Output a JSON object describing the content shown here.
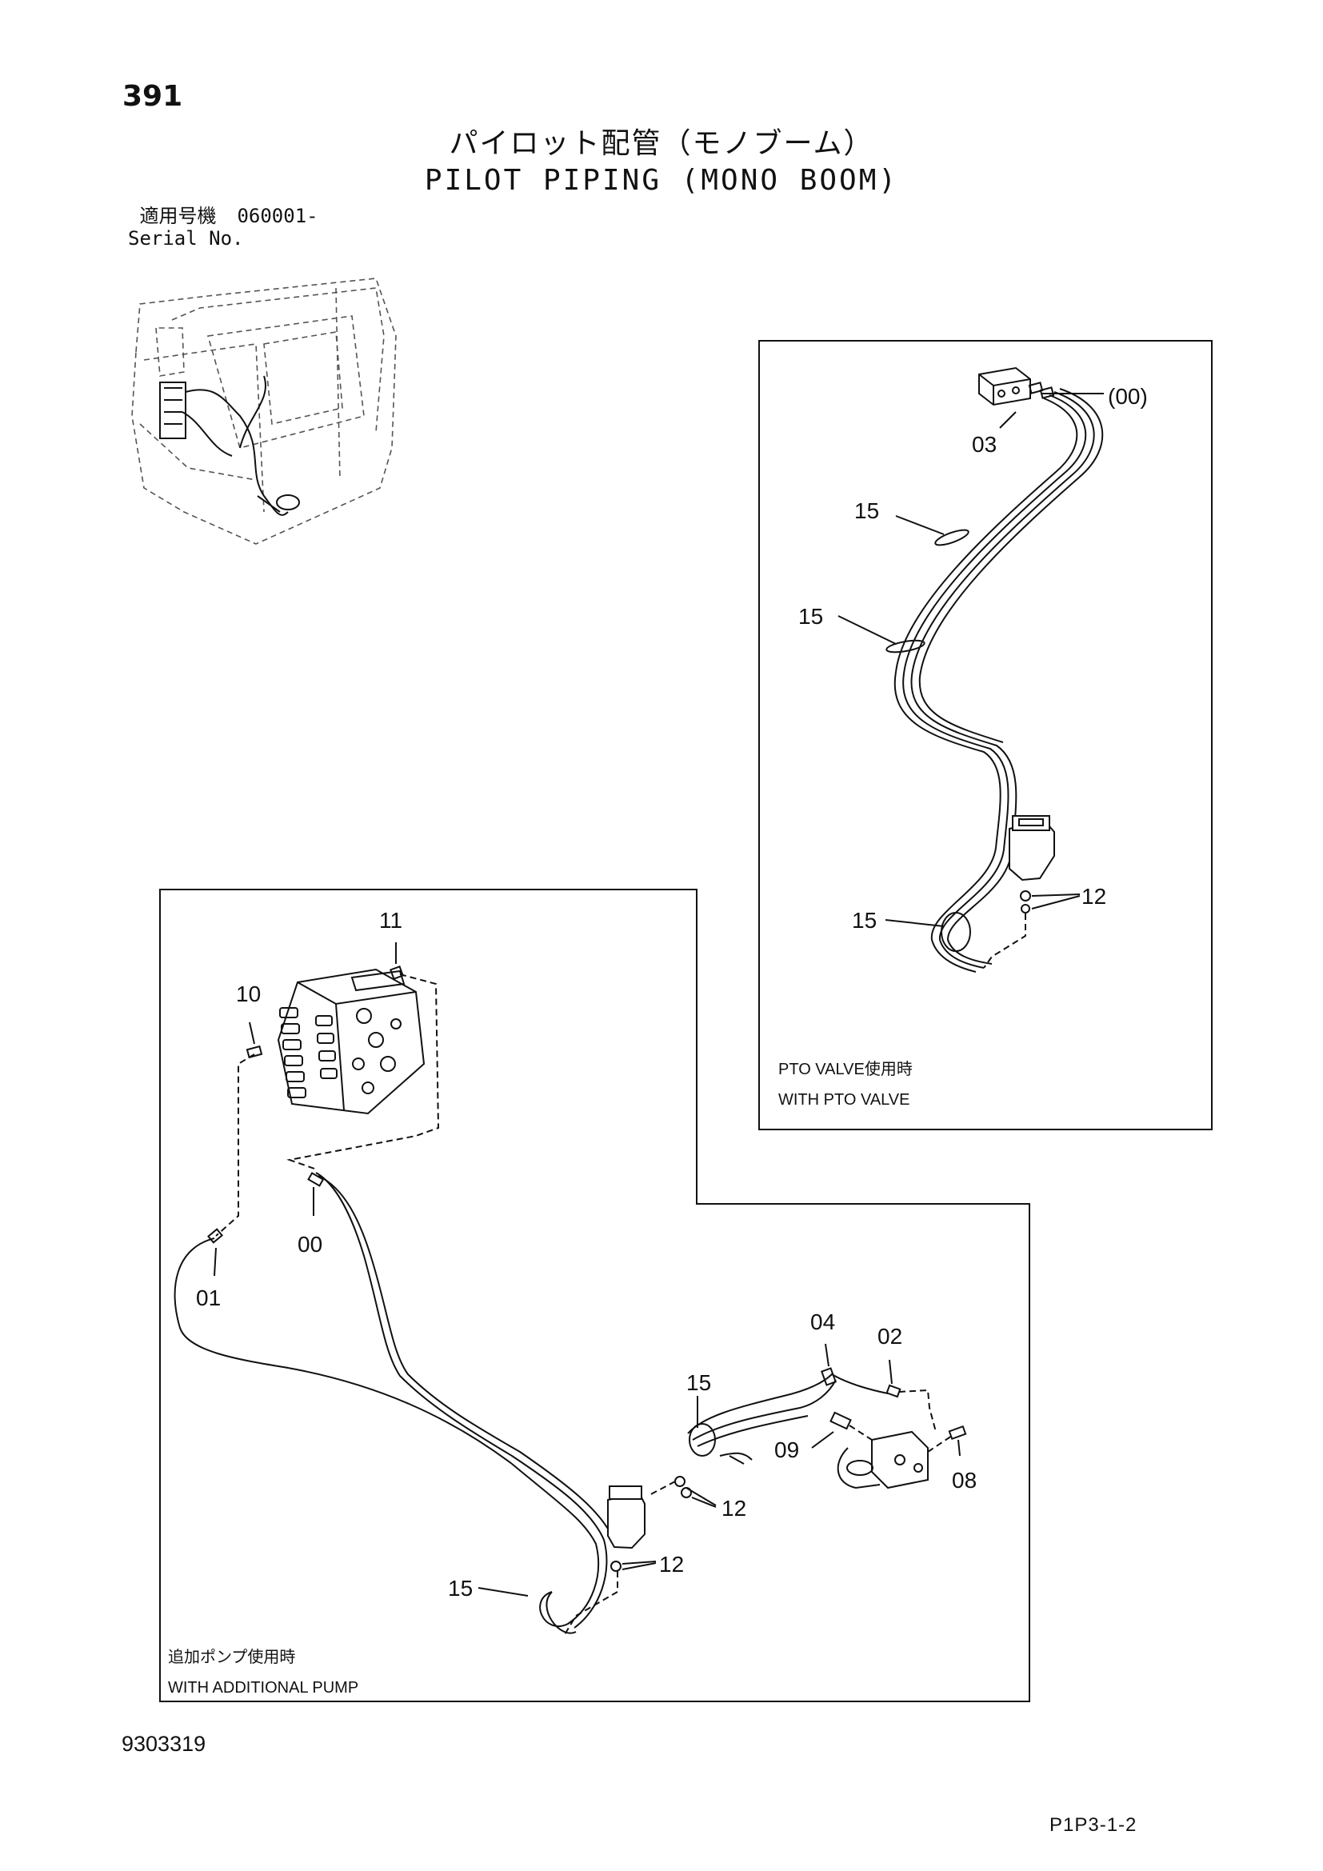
{
  "header": {
    "page_number": "391",
    "title_jp": "パイロット配管（モノブーム）",
    "title_en": "PILOT PIPING (MONO BOOM)",
    "serial_label_jp": "適用号機",
    "serial_value": "060001-",
    "serial_label_en": "Serial No."
  },
  "pto_panel": {
    "note_jp": "PTO VALVE使用時",
    "note_en": "WITH PTO VALVE",
    "callouts": [
      "(00)",
      "03",
      "15",
      "15",
      "15",
      "12"
    ]
  },
  "pump_panel": {
    "note_jp": "追加ポンプ使用時",
    "note_en": "WITH ADDITIONAL PUMP",
    "callouts": [
      "11",
      "10",
      "00",
      "01",
      "04",
      "02",
      "15",
      "09",
      "08",
      "12",
      "12",
      "15"
    ]
  },
  "footer": {
    "doc_number": "9303319",
    "page_ref": "P1P3-1-2"
  }
}
